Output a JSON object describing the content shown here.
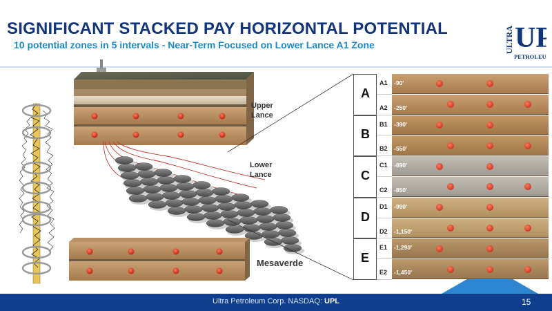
{
  "title": "SIGNIFICANT STACKED PAY HORIZONTAL POTENTIAL",
  "subtitle": "10 potential zones in 5 intervals - Near-Term Focused on Lower Lance A1 Zone",
  "logo": {
    "top": "ULTRA",
    "mark": "UP",
    "side": "PETROLEUM"
  },
  "labels": {
    "upper_lance": "Upper\nLance",
    "lower_lance": "Lower\nLance",
    "mesaverde": "Mesaverde"
  },
  "intervals": [
    {
      "letter": "A",
      "zones": [
        {
          "name": "A1",
          "depth": "-90'"
        },
        {
          "name": "A2",
          "depth": "-250'"
        }
      ]
    },
    {
      "letter": "B",
      "zones": [
        {
          "name": "B1",
          "depth": "-390'"
        },
        {
          "name": "B2",
          "depth": "-550'"
        }
      ]
    },
    {
      "letter": "C",
      "zones": [
        {
          "name": "C1",
          "depth": "-690'"
        },
        {
          "name": "C2",
          "depth": "-850'"
        }
      ]
    },
    {
      "letter": "D",
      "zones": [
        {
          "name": "D1",
          "depth": "-990'"
        },
        {
          "name": "D2",
          "depth": "-1,150'"
        }
      ]
    },
    {
      "letter": "E",
      "zones": [
        {
          "name": "E1",
          "depth": "-1,290'"
        },
        {
          "name": "E2",
          "depth": "-1,450'"
        }
      ]
    }
  ],
  "footer": {
    "company": "Ultra Petroleum Corp. NASDAQ: ",
    "ticker": "UPL",
    "page": "15"
  },
  "colors": {
    "title": "#12357a",
    "subtitle": "#1b8bc8",
    "footer": "#0f3f8c",
    "dot": "#d2291a"
  }
}
